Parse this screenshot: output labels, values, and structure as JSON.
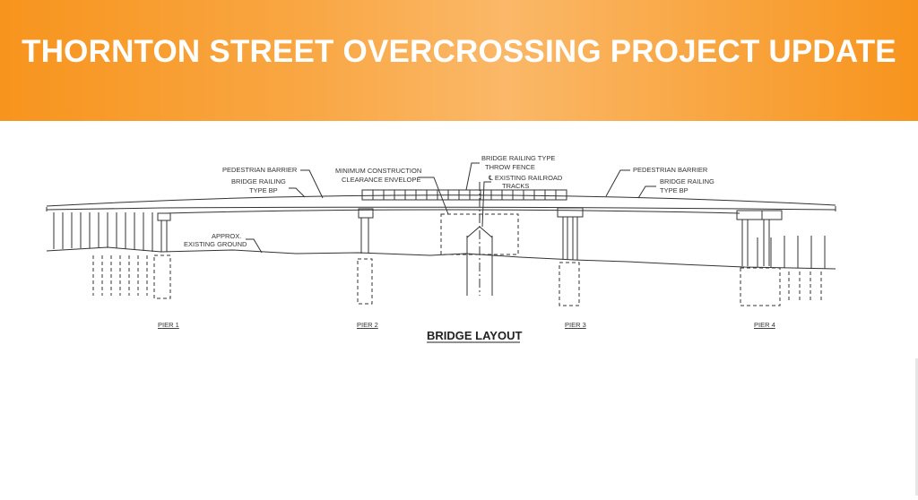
{
  "slide": {
    "title": "THORNTON STREET OVERCROSSING PROJECT UPDATE",
    "colors": {
      "banner": "#f7941d",
      "title_text": "#ffffff",
      "linework": "#333333"
    }
  },
  "drawing": {
    "title": "BRIDGE LAYOUT",
    "callouts": {
      "ped_barrier_left": "PEDESTRIAN BARRIER",
      "railing_left_1": "BRIDGE RAILING",
      "railing_left_2": "TYPE BP",
      "clearance_1": "MINIMUM CONSTRUCTION",
      "clearance_2": "CLEARANCE ENVELOPE",
      "throw_fence_1": "BRIDGE RAILING TYPE",
      "throw_fence_2": "THROW FENCE",
      "rail_tracks_1": "℄ EXISTING RAILROAD",
      "rail_tracks_2": "TRACKS",
      "ped_barrier_right": "PEDESTRIAN BARRIER",
      "railing_right_1": "BRIDGE RAILING",
      "railing_right_2": "TYPE BP",
      "ground_1": "APPROX.",
      "ground_2": "EXISTING GROUND"
    },
    "piers": [
      "PIER 1",
      "PIER 2",
      "PIER 3",
      "PIER 4"
    ]
  }
}
